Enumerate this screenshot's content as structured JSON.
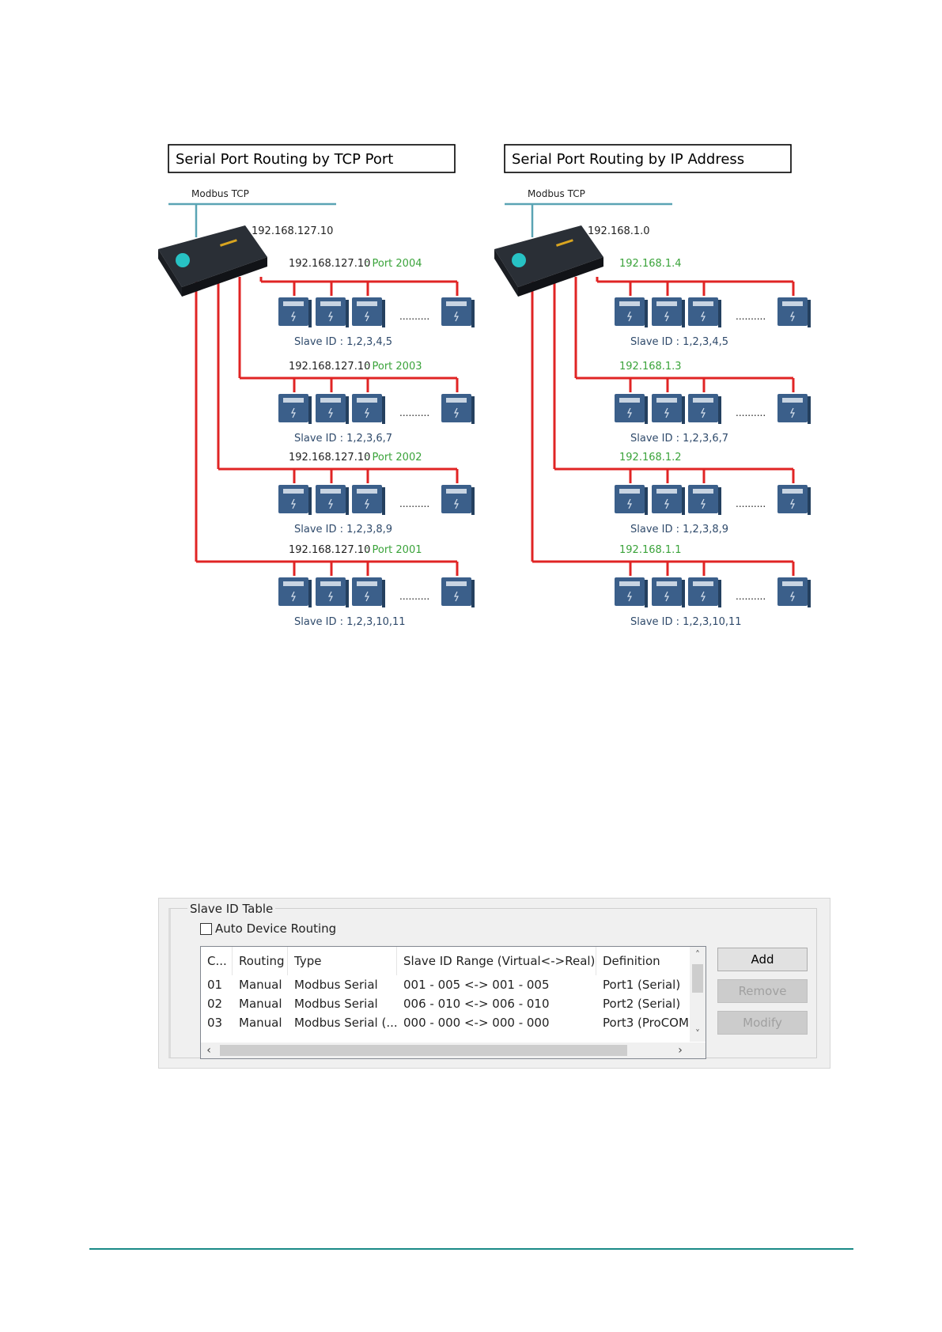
{
  "diagrams": [
    {
      "title": "Serial Port Routing by TCP Port",
      "network_label": "Modbus TCP",
      "gateway_ip": "192.168.127.10",
      "rows": [
        {
          "ip": "192.168.127.10",
          "port": ": Port 2004",
          "slave_ids": "Slave ID : 1,2,3,4,5"
        },
        {
          "ip": "192.168.127.10",
          "port": ": Port 2003",
          "slave_ids": "Slave ID : 1,2,3,6,7"
        },
        {
          "ip": "192.168.127.10",
          "port": ": Port 2002",
          "slave_ids": "Slave ID : 1,2,3,8,9"
        },
        {
          "ip": "192.168.127.10",
          "port": ": Port 2001",
          "slave_ids": "Slave ID : 1,2,3,10,11"
        }
      ]
    },
    {
      "title": "Serial Port Routing by IP Address",
      "network_label": "Modbus TCP",
      "gateway_ip": "192.168.1.0",
      "rows": [
        {
          "ip": "",
          "port": "192.168.1.4",
          "slave_ids": "Slave ID : 1,2,3,4,5"
        },
        {
          "ip": "",
          "port": "192.168.1.3",
          "slave_ids": "Slave ID : 1,2,3,6,7"
        },
        {
          "ip": "",
          "port": "192.168.1.2",
          "slave_ids": "Slave ID : 1,2,3,8,9"
        },
        {
          "ip": "",
          "port": "192.168.1.1",
          "slave_ids": "Slave ID : 1,2,3,10,11"
        }
      ]
    }
  ],
  "ellipsis": "..........",
  "colors": {
    "network_line": "#5aa4b4",
    "serial_line": "#e02424",
    "device": "#3b5f8a",
    "port_label": "#3aa33a",
    "footer_rule": "#1a8a87"
  },
  "slave_table": {
    "group_title": "Slave ID Table",
    "auto_routing_label": "Auto Device Routing",
    "auto_routing_checked": false,
    "columns": [
      "C...",
      "Routing",
      "Type",
      "Slave ID Range (Virtual<->Real)",
      "Definition"
    ],
    "rows": [
      [
        "01",
        "Manual",
        "Modbus Serial",
        "001 - 005 <-> 001 - 005",
        "Port1 (Serial)"
      ],
      [
        "02",
        "Manual",
        "Modbus Serial",
        "006 - 010 <-> 006 - 010",
        "Port2 (Serial)"
      ],
      [
        "03",
        "Manual",
        "Modbus Serial (...",
        "000 - 000 <-> 000 - 000",
        "Port3 (ProCOM"
      ]
    ],
    "buttons": {
      "add": "Add",
      "remove": "Remove",
      "modify": "Modify"
    }
  }
}
